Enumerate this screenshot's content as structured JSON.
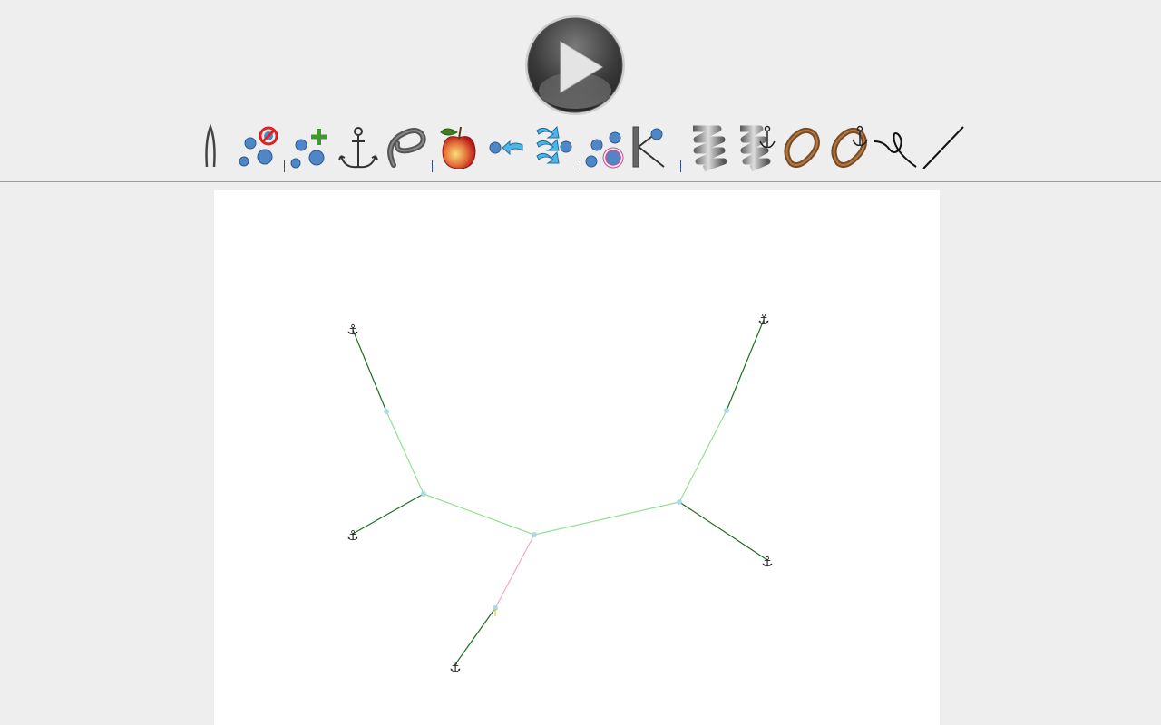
{
  "app": {
    "play_button": {
      "icon": "play-icon",
      "state": "stopped"
    }
  },
  "toolbar": {
    "tools": [
      {
        "id": "tweezers",
        "icon": "tweezers-icon"
      },
      {
        "id": "delete-particle",
        "icon": "delete-particle-icon"
      },
      {
        "id": "add-particle",
        "icon": "add-particle-icon"
      },
      {
        "id": "anchor",
        "icon": "anchor-icon"
      },
      {
        "id": "lasso",
        "icon": "lasso-icon"
      },
      {
        "id": "gravity",
        "icon": "apple-gravity-icon"
      },
      {
        "id": "drag-force",
        "icon": "drag-force-icon"
      },
      {
        "id": "wind",
        "icon": "wind-icon"
      },
      {
        "id": "attraction",
        "icon": "attraction-icon"
      },
      {
        "id": "rod",
        "icon": "rod-icon"
      },
      {
        "id": "spring",
        "icon": "spring-icon"
      },
      {
        "id": "anchored-spring",
        "icon": "anchored-spring-icon"
      },
      {
        "id": "rope-loop",
        "icon": "rope-loop-icon"
      },
      {
        "id": "anchored-rope",
        "icon": "anchored-rope-icon"
      },
      {
        "id": "string",
        "icon": "string-icon"
      },
      {
        "id": "line",
        "icon": "line-icon"
      }
    ]
  },
  "simulation": {
    "anchor_symbol": "⚓",
    "colors": {
      "anchor_link": "#1b6e1b",
      "inner_link": "#8fe38f",
      "pink_link": "#f4a9c5",
      "particle": "#add8e6"
    }
  }
}
